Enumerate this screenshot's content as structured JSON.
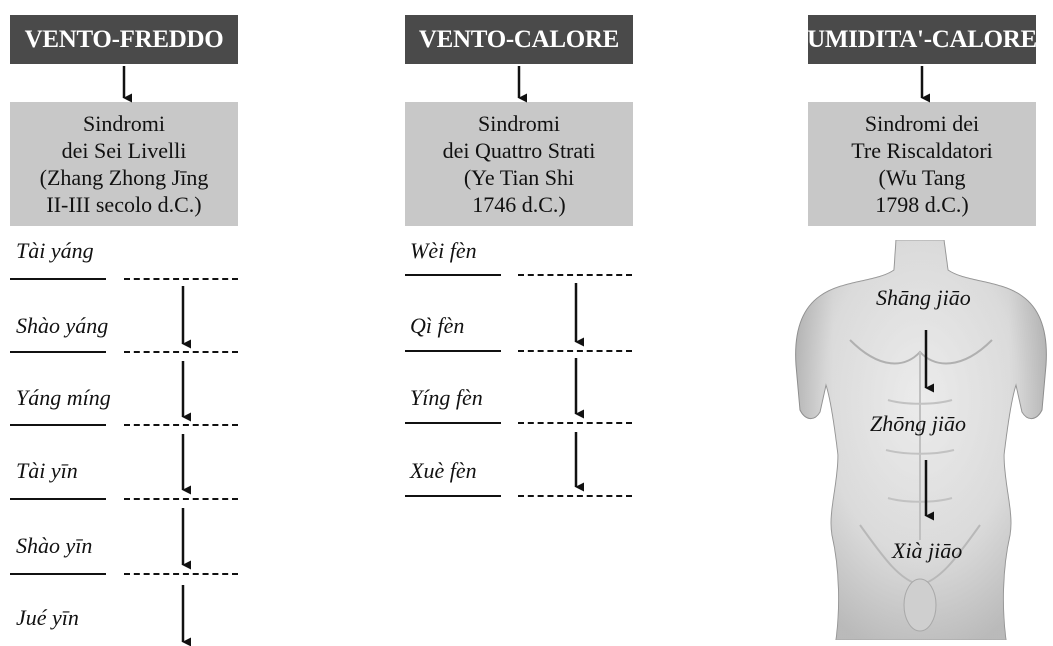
{
  "columns": [
    {
      "header": "VENTO-FREDDO",
      "box_lines": [
        "Sindromi",
        "dei Sei Livelli",
        "(Zhang Zhong Jīng",
        "II-III   secolo d.C.)"
      ],
      "levels": [
        "Tài yáng",
        "Shào yáng",
        "Yáng míng",
        "Tài yīn",
        "Shào yīn",
        "Jué yīn"
      ]
    },
    {
      "header": "VENTO-CALORE",
      "box_lines": [
        "Sindromi",
        "dei Quattro Strati",
        "(Ye Tian Shi",
        "1746 d.C.)"
      ],
      "levels": [
        "Wèi fèn",
        "Qì fèn",
        "Yíng fèn",
        "Xuè fèn"
      ]
    },
    {
      "header": "UMIDITA'-CALORE",
      "box_lines": [
        "Sindromi dei",
        "Tre Riscaldatori",
        "(Wu Tang",
        "1798 d.C.)"
      ],
      "levels": [
        "Shāng jiāo",
        "Zhōng jiāo",
        "Xià jiāo"
      ]
    }
  ]
}
